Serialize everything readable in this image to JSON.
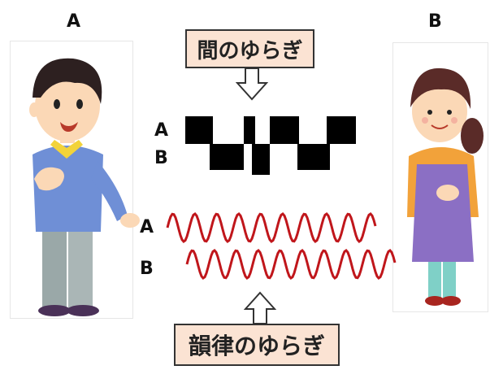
{
  "person_a": {
    "letter": "A"
  },
  "person_b": {
    "letter": "B"
  },
  "top_label": "間のゆらぎ",
  "bottom_label": "韻律のゆらぎ",
  "timing_rows": {
    "a": "A",
    "b": "B"
  },
  "wave_rows": {
    "a": "A",
    "b": "B"
  },
  "colors": {
    "label_bg": "#fbe3d3",
    "wave": "#c0161b",
    "blocks": "#000000"
  }
}
